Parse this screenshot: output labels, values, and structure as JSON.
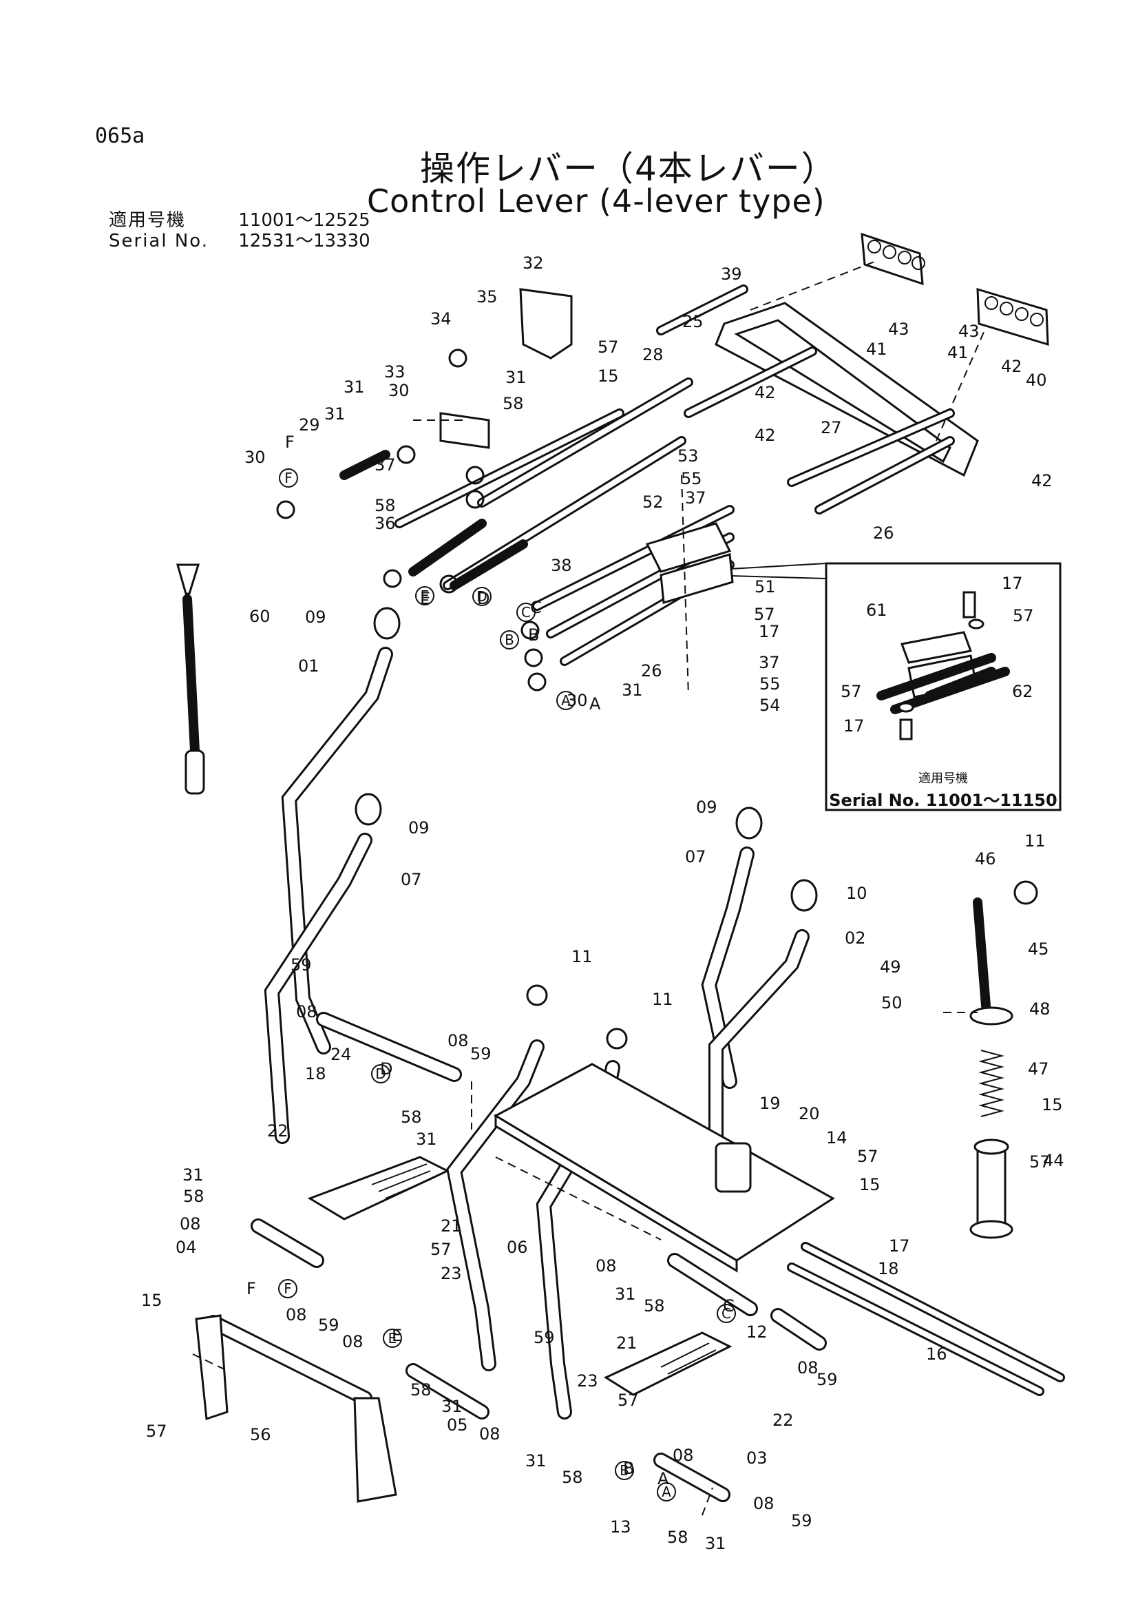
{
  "page_id": "065a",
  "title_jp": "操作レバー（4本レバー）",
  "title_en": "Control Lever (4-lever type)",
  "serial": {
    "label_jp": "適用号機",
    "range_1": "11001～12525",
    "label_en": "Serial No.",
    "range_2": "12531～13330"
  },
  "inset": {
    "label_jp": "適用号機",
    "label_en": "Serial No. 11001～11150"
  },
  "part_labels": [
    "60",
    "09",
    "01",
    "09",
    "07",
    "59",
    "08",
    "24",
    "18",
    "D",
    "58",
    "31",
    "08",
    "59",
    "22",
    "31",
    "58",
    "21",
    "08",
    "04",
    "57",
    "23",
    "F",
    "08",
    "59",
    "08",
    "E",
    "58",
    "31",
    "05",
    "08",
    "59",
    "06",
    "15",
    "57",
    "56",
    "11",
    "11",
    "09",
    "07",
    "10",
    "02",
    "19",
    "20",
    "14",
    "57",
    "15",
    "17",
    "18",
    "08",
    "31",
    "58",
    "C",
    "12",
    "08",
    "59",
    "21",
    "23",
    "57",
    "22",
    "08",
    "B",
    "31",
    "58",
    "A",
    "03",
    "08",
    "59",
    "13",
    "58",
    "31",
    "46",
    "11",
    "45",
    "49",
    "50",
    "48",
    "47",
    "15",
    "57",
    "44",
    "16",
    "32",
    "35",
    "34",
    "57",
    "15",
    "31",
    "58",
    "33",
    "30",
    "31",
    "29",
    "31",
    "30",
    "F",
    "37",
    "58",
    "36",
    "28",
    "25",
    "38",
    "E",
    "D",
    "39",
    "43",
    "41",
    "41",
    "43",
    "42",
    "40",
    "42",
    "42",
    "42",
    "27",
    "26",
    "53",
    "55",
    "37",
    "52",
    "C",
    "B",
    "51",
    "57",
    "17",
    "26",
    "37",
    "55",
    "54",
    "31",
    "A",
    "30",
    "17",
    "61",
    "57",
    "57",
    "62",
    "17"
  ],
  "circled_labels": [
    "D",
    "F",
    "E",
    "C",
    "B",
    "A",
    "F",
    "E",
    "D",
    "C",
    "B",
    "A"
  ]
}
